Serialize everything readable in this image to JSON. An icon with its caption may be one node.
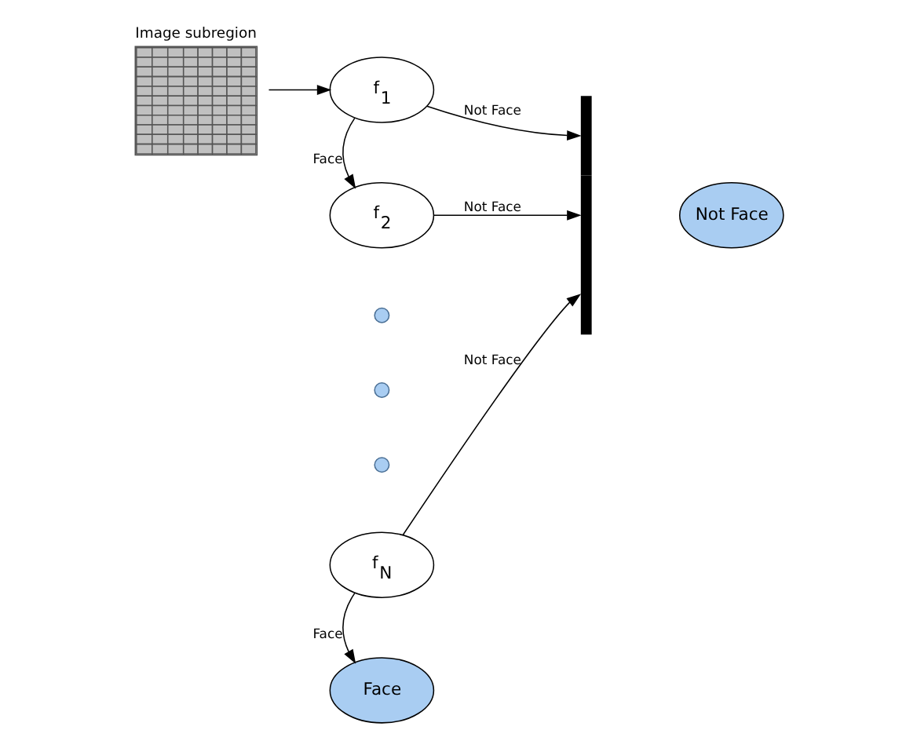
{
  "diagram": {
    "nodes": [
      {
        "text": [
          "Image subregion"
        ]
      },
      {
        "text": [
          "f$_{1}$"
        ]
      },
      {
        "text": [
          "f$_{2}$"
        ]
      },
      {
        "text": [],
        "shape": "circle"
      },
      {
        "text": [],
        "shape": "circle"
      },
      {
        "text": [],
        "shape": "circle"
      },
      {
        "text": [
          "f$_{N}$"
        ]
      },
      {
        "text": [
          "Face"
        ]
      },
      {
        "text": [],
        "shape": "brace"
      },
      {
        "text": [
          "Not Face"
        ]
      }
    ],
    "edges": [
      {
        "from": 0,
        "to": 1,
        "arrow": "to"
      },
      {
        "from": 1,
        "to": 8,
        "arrow": "to",
        "label": "Not Face"
      },
      {
        "from": 1,
        "to": 2,
        "arrow": "to",
        "label": "Face"
      },
      {
        "from": 2,
        "to": 8,
        "arrow": "to",
        "label": "Not Face"
      },
      {
        "from": 6,
        "to": 8,
        "arrow": "to",
        "label": "Not Face"
      },
      {
        "from": 6,
        "to": 7,
        "arrow": "to",
        "label": "Face"
      }
    ]
  }
}
